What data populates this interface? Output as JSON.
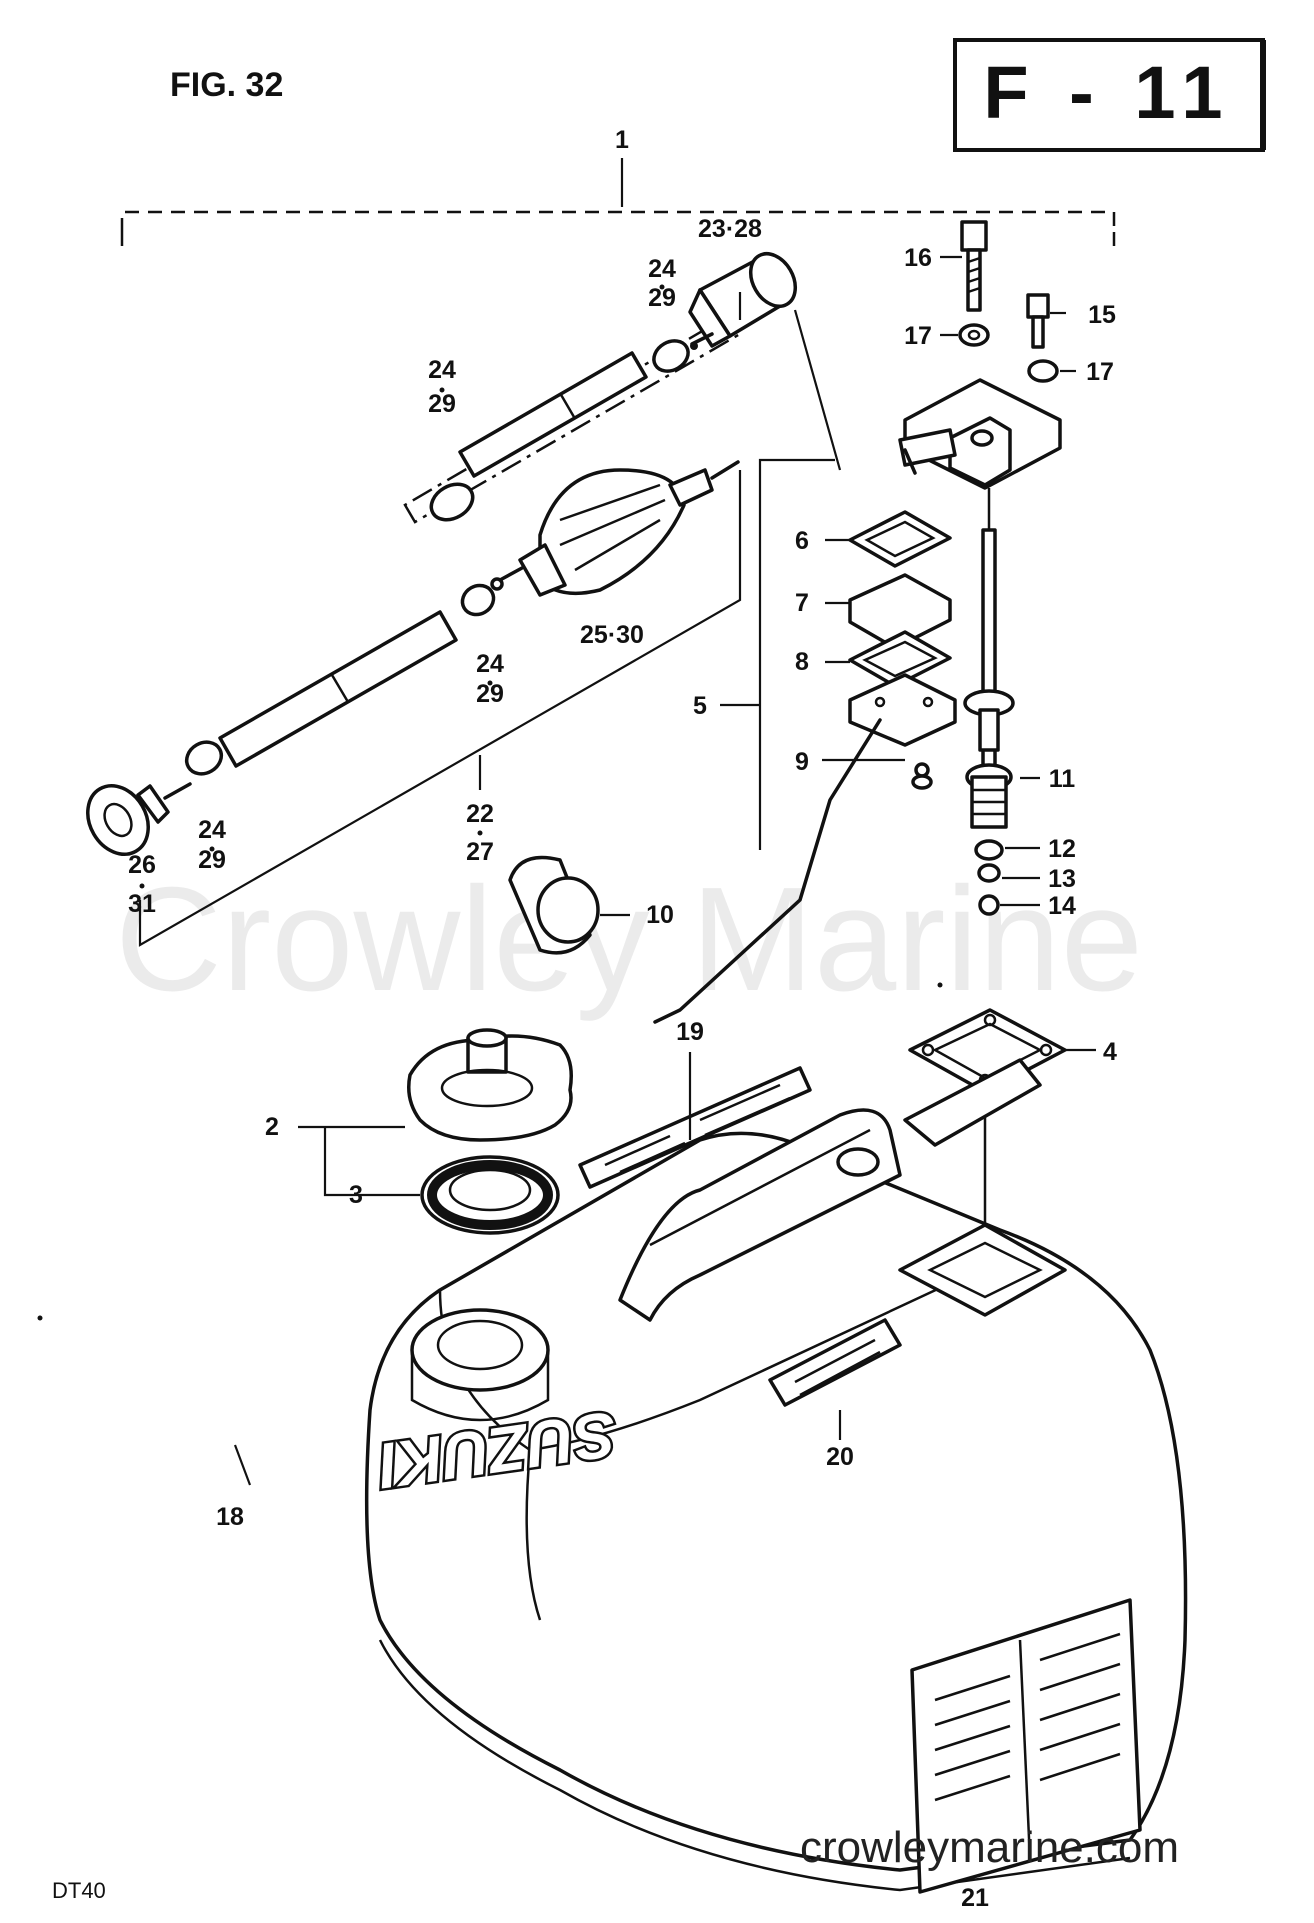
{
  "figure": "FIG. 32",
  "section_code": "F - 11",
  "model": "DT40",
  "watermark": "Crowley Marine",
  "website": "crowleymarine.com",
  "brand_decal": "SUZUKI",
  "callouts": [
    {
      "id": "c1",
      "text": "1"
    },
    {
      "id": "c2",
      "text": "2"
    },
    {
      "id": "c3",
      "text": "3"
    },
    {
      "id": "c4",
      "text": "4"
    },
    {
      "id": "c5",
      "text": "5"
    },
    {
      "id": "c6",
      "text": "6"
    },
    {
      "id": "c7",
      "text": "7"
    },
    {
      "id": "c8",
      "text": "8"
    },
    {
      "id": "c9",
      "text": "9"
    },
    {
      "id": "c10",
      "text": "10"
    },
    {
      "id": "c11",
      "text": "11"
    },
    {
      "id": "c12",
      "text": "12"
    },
    {
      "id": "c13",
      "text": "13"
    },
    {
      "id": "c14",
      "text": "14"
    },
    {
      "id": "c15",
      "text": "15"
    },
    {
      "id": "c16",
      "text": "16"
    },
    {
      "id": "c17a",
      "text": "17"
    },
    {
      "id": "c17b",
      "text": "17"
    },
    {
      "id": "c18",
      "text": "18"
    },
    {
      "id": "c19",
      "text": "19"
    },
    {
      "id": "c20",
      "text": "20"
    },
    {
      "id": "c21",
      "text": "21"
    },
    {
      "id": "c22",
      "text": "22"
    },
    {
      "id": "c27",
      "text": "27"
    },
    {
      "id": "c2328",
      "text": "23·28"
    },
    {
      "id": "c24a",
      "text": "24"
    },
    {
      "id": "c29a",
      "text": "29"
    },
    {
      "id": "c24b",
      "text": "24"
    },
    {
      "id": "c29b",
      "text": "29"
    },
    {
      "id": "c24c",
      "text": "24"
    },
    {
      "id": "c29c",
      "text": "29"
    },
    {
      "id": "c24d",
      "text": "24"
    },
    {
      "id": "c29d",
      "text": "29"
    },
    {
      "id": "c2530",
      "text": "25·30"
    },
    {
      "id": "c26",
      "text": "26"
    },
    {
      "id": "c31",
      "text": "31"
    }
  ]
}
